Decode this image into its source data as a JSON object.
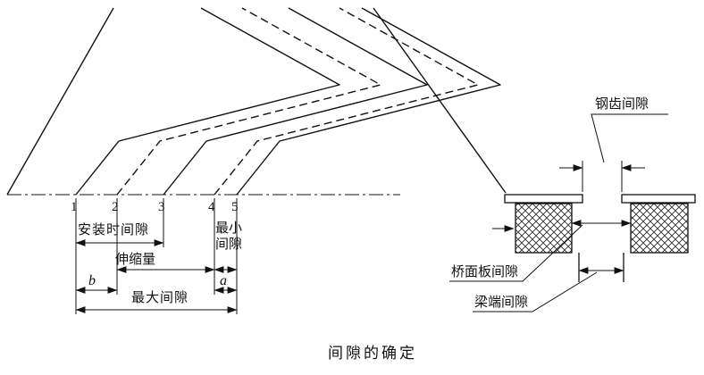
{
  "figure": {
    "caption": "间隙的确定",
    "plan_view": {
      "position_labels": [
        "1",
        "2",
        "3",
        "4",
        "5"
      ],
      "dimensions": {
        "install_gap": "安装时间隙",
        "expansion": "伸缩量",
        "min_gap": "最小间隙",
        "max_gap": "最大间隙",
        "symbol_b": "b",
        "symbol_a": "a"
      }
    },
    "section_view": {
      "steel_tooth_gap": "钢齿间隙",
      "deck_slab_gap": "桥面板间隙",
      "beam_end_gap": "梁端间隙"
    }
  },
  "colors": {
    "ink": "#111111",
    "background": "#ffffff"
  }
}
